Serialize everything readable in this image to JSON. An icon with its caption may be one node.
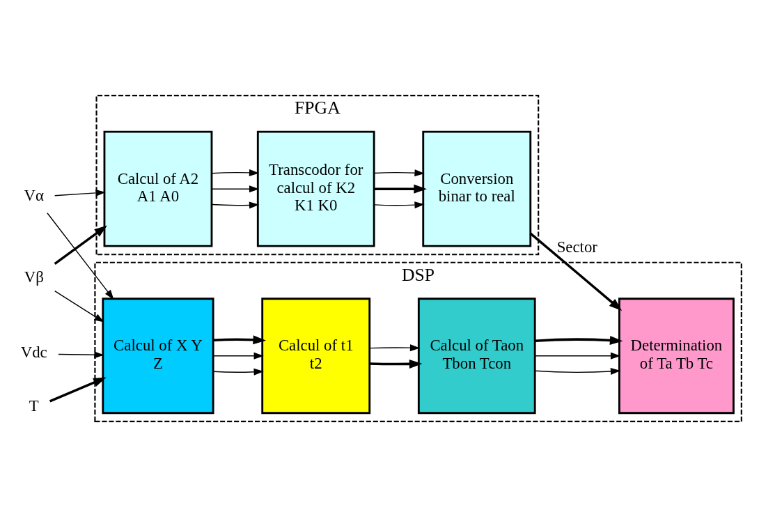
{
  "diagram": {
    "nodes": [
      {
        "text": [
          "FPGA"
        ]
      },
      {
        "text": [
          "Calcul of A2 A1 A0"
        ],
        "in": 0
      },
      {
        "text": [
          "Transcodor for calcul of K2 K1 K0"
        ],
        "in": 0
      },
      {
        "text": [
          "Conversion binar to real"
        ],
        "in": 0
      },
      {
        "text": [
          "DSP"
        ]
      },
      {
        "text": [
          "Vα"
        ]
      },
      {
        "text": [
          "Vβ"
        ]
      },
      {
        "text": [
          "Vdc"
        ]
      },
      {
        "text": [
          "T"
        ]
      },
      {
        "text": [
          "Calcul of X Y Z"
        ],
        "in": 4
      },
      {
        "text": [
          "Calcul of t1 t2"
        ],
        "in": 4
      },
      {
        "text": [
          "Calcul of Taon Tbon Tcon"
        ],
        "in": 4
      },
      {
        "text": [
          "Determination of Ta Tb Tc"
        ],
        "in": 4
      }
    ],
    "edges": [
      {
        "from": 5,
        "to": 1,
        "arrow": "to"
      },
      {
        "from": 6,
        "to": 1,
        "arrow": "to",
        "style": "thick"
      },
      {
        "from": 1,
        "to": 2,
        "arrow": "to"
      },
      {
        "from": 1,
        "to": 2,
        "arrow": "to"
      },
      {
        "from": 1,
        "to": 2,
        "arrow": "to"
      },
      {
        "from": 2,
        "to": 3,
        "arrow": "to"
      },
      {
        "from": 2,
        "to": 3,
        "arrow": "to",
        "style": "thick"
      },
      {
        "from": 2,
        "to": 3,
        "arrow": "to"
      },
      {
        "from": 3,
        "to": 12,
        "arrow": "to",
        "label": "Sector",
        "style": "thick"
      },
      {
        "from": 5,
        "to": 9,
        "arrow": "to"
      },
      {
        "from": 6,
        "to": 9,
        "arrow": "to"
      },
      {
        "from": 7,
        "to": 9,
        "arrow": "to"
      },
      {
        "from": 8,
        "to": 9,
        "arrow": "to",
        "style": "thick"
      },
      {
        "from": 9,
        "to": 10,
        "arrow": "to"
      },
      {
        "from": 9,
        "to": 10,
        "arrow": "to"
      },
      {
        "from": 9,
        "to": 10,
        "arrow": "to",
        "style": "thick"
      },
      {
        "from": 10,
        "to": 11,
        "arrow": "to",
        "style": "thick"
      },
      {
        "from": 10,
        "to": 11,
        "arrow": "to"
      },
      {
        "from": 11,
        "to": 12,
        "arrow": "to"
      },
      {
        "from": 11,
        "to": 12,
        "arrow": "to"
      },
      {
        "from": 11,
        "to": 12,
        "arrow": "to",
        "style": "thick"
      }
    ]
  }
}
